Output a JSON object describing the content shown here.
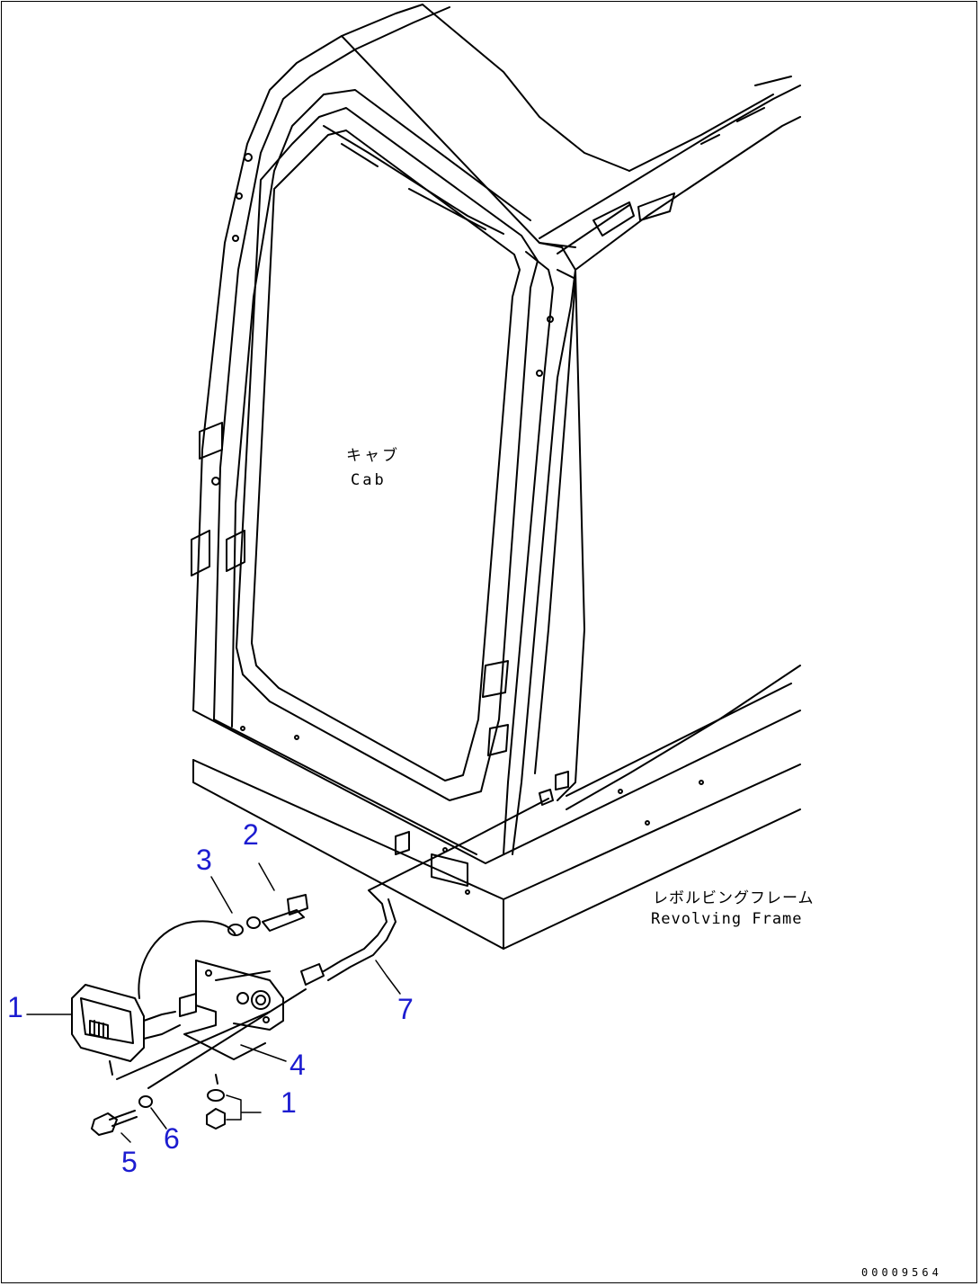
{
  "labels": {
    "cab_jp": "キャブ",
    "cab_en": "Cab",
    "frame_jp": "レボルビングフレーム",
    "frame_en": "Revolving Frame"
  },
  "callouts": [
    "1",
    "2",
    "3",
    "4",
    "1",
    "5",
    "6",
    "7"
  ],
  "drawing_number": "00009564",
  "colors": {
    "callout": "#1c1cd0",
    "line": "#000000"
  }
}
